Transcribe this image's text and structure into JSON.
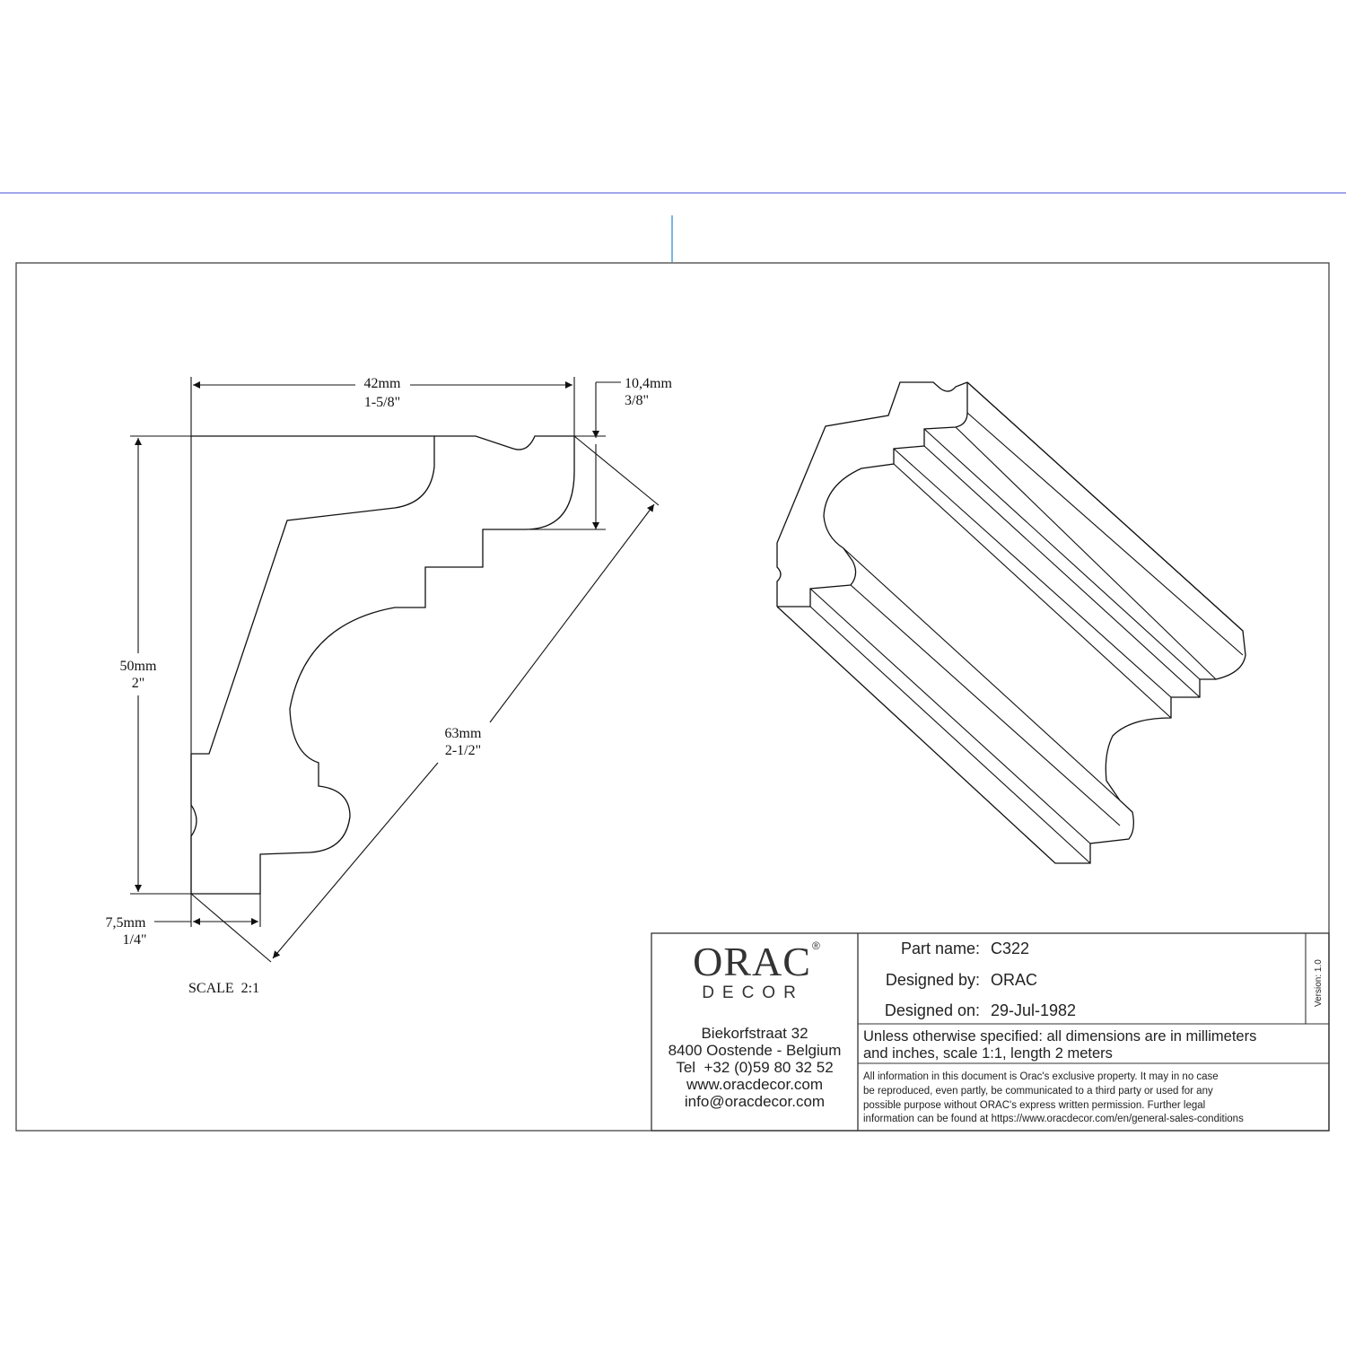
{
  "colors": {
    "guide_line": "#6b6fe0",
    "marker_line": "#3a9ad9",
    "ink": "#111111"
  },
  "dimensions": {
    "width": {
      "mm": "42mm",
      "inch": "1-5/8\""
    },
    "offset": {
      "mm": "10,4mm",
      "inch": "3/8\""
    },
    "height": {
      "mm": "50mm",
      "inch": "2\""
    },
    "diagonal": {
      "mm": "63mm",
      "inch": "2-1/2\""
    },
    "bottom": {
      "mm": "7,5mm",
      "inch": "1/4\""
    }
  },
  "scale_label": "SCALE  2:1",
  "title_block": {
    "logo": {
      "word1": "ORAC",
      "registered": "®",
      "word2": "DECOR"
    },
    "address": [
      "Biekorfstraat 32",
      "8400 Oostende - Belgium",
      "Tel  +32 (0)59 80 32 52",
      "www.oracdecor.com",
      "info@oracdecor.com"
    ],
    "fields": [
      {
        "label": "Part name:",
        "value": "C322"
      },
      {
        "label": "Designed by:",
        "value": "ORAC"
      },
      {
        "label": "Designed on:",
        "value": "29-Jul-1982"
      }
    ],
    "version": "Version: 1.0",
    "spec_note": [
      "Unless otherwise specified: all dimensions are in millimeters",
      "and inches, scale 1:1, length 2 meters"
    ],
    "legal_note": [
      "All information in this document is Orac's exclusive property.  It may in no case",
      "be reproduced, even partly, be communicated to a third party or used for any",
      "possible purpose without ORAC's express written permission. Further legal",
      "information can be found at https://www.oracdecor.com/en/general-sales-conditions"
    ]
  }
}
